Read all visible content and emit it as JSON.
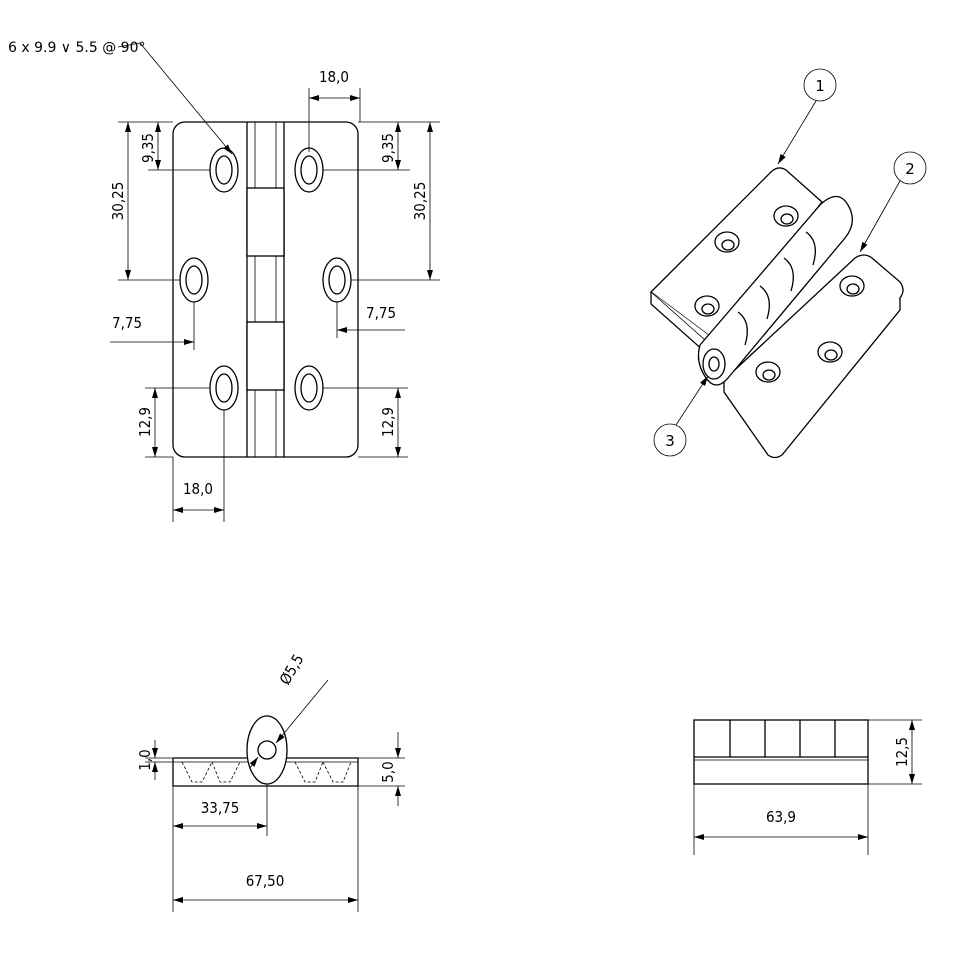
{
  "front_view": {
    "hole_callout": "6 x 9.9 ∨ 5.5 @ 90°",
    "dims": {
      "top_width": "18,0",
      "left_top_offset": "9,35",
      "left_height": "30,25",
      "right_top_offset": "9,35",
      "right_height": "30,25",
      "left_side": "7,75",
      "right_side": "7,75",
      "left_bottom": "12,9",
      "right_bottom": "12,9",
      "bottom_width": "18,0"
    }
  },
  "iso_view": {
    "balloons": [
      "1",
      "2",
      "3"
    ]
  },
  "side_view": {
    "dims": {
      "pin_diameter": "Ø5,5",
      "leaf_thickness": "1,0",
      "height": "5,0",
      "half_width": "33,75",
      "total_width": "67,50"
    }
  },
  "end_view": {
    "dims": {
      "height": "12,5",
      "length": "63,9"
    }
  }
}
